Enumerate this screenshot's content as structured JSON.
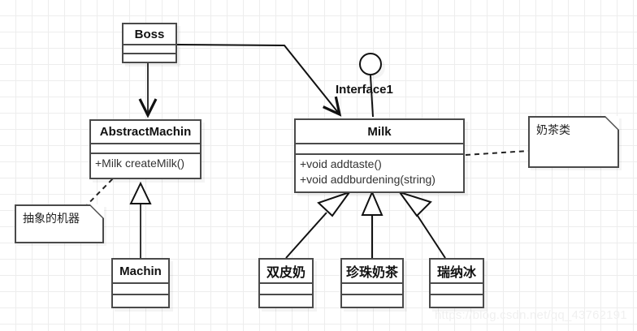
{
  "diagram": {
    "title": "UML class diagram",
    "watermark": "https://blog.csdn.net/qq_43762191",
    "colors": {
      "background": "#ffffff",
      "grid": "#ededed",
      "stroke": "#4a4a4a",
      "text": "#111111",
      "watermark": "#f0f0f0"
    },
    "classes": [
      {
        "id": "boss",
        "name": "Boss",
        "attributes": [],
        "operations": []
      },
      {
        "id": "abstract-machin",
        "name": "AbstractMachin",
        "attributes": [],
        "operations": [
          "+Milk createMilk()"
        ]
      },
      {
        "id": "milk",
        "name": "Milk",
        "attributes": [],
        "operations": [
          "+void addtaste()",
          "+void addburdening(string)"
        ]
      },
      {
        "id": "machin",
        "name": "Machin",
        "attributes": [],
        "operations": []
      },
      {
        "id": "shuangpinai",
        "name": "双皮奶",
        "attributes": [],
        "operations": []
      },
      {
        "id": "zhenzhunaicha",
        "name": "珍珠奶茶",
        "attributes": [],
        "operations": []
      },
      {
        "id": "ruinabing",
        "name": "瑞纳冰",
        "attributes": [],
        "operations": []
      }
    ],
    "interface": {
      "label": "Interface1",
      "notation": "lollipop"
    },
    "notes": [
      {
        "id": "note-abstract-machine",
        "text": "抽象的机器"
      },
      {
        "id": "note-milk-tea",
        "text": "奶茶类"
      }
    ],
    "relations": [
      {
        "from": "boss",
        "to": "abstract-machin",
        "type": "association-arrow"
      },
      {
        "from": "boss",
        "to": "milk",
        "type": "association-arrow"
      },
      {
        "from": "machin",
        "to": "abstract-machin",
        "type": "generalization"
      },
      {
        "from": "shuangpinai",
        "to": "milk",
        "type": "generalization"
      },
      {
        "from": "zhenzhunaicha",
        "to": "milk",
        "type": "generalization"
      },
      {
        "from": "ruinabing",
        "to": "milk",
        "type": "generalization"
      },
      {
        "from": "note-abstract-machine",
        "to": "abstract-machin",
        "type": "note-link"
      },
      {
        "from": "note-milk-tea",
        "to": "milk",
        "type": "note-link"
      },
      {
        "from": "interface",
        "to": "milk",
        "type": "realization-lollipop"
      }
    ]
  }
}
